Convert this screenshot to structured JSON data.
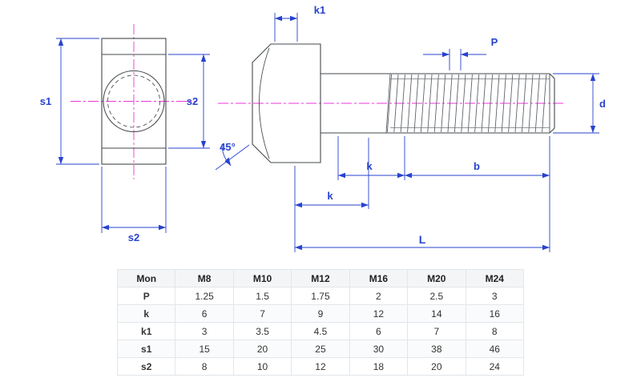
{
  "drawing": {
    "labels": {
      "s1": "s1",
      "s2": "s2",
      "k": "k",
      "k1": "k1",
      "p": "P",
      "b": "b",
      "d": "d",
      "l": "L",
      "angle": "45°"
    }
  },
  "table": {
    "header": [
      "Mon",
      "M8",
      "M10",
      "M12",
      "M16",
      "M20",
      "M24"
    ],
    "rows": [
      {
        "label": "P",
        "values": [
          "1.25",
          "1.5",
          "1.75",
          "2",
          "2.5",
          "3"
        ]
      },
      {
        "label": "k",
        "values": [
          "6",
          "7",
          "9",
          "12",
          "14",
          "16"
        ]
      },
      {
        "label": "k1",
        "values": [
          "3",
          "3.5",
          "4.5",
          "6",
          "7",
          "8"
        ]
      },
      {
        "label": "s1",
        "values": [
          "15",
          "20",
          "25",
          "30",
          "38",
          "46"
        ]
      },
      {
        "label": "s2",
        "values": [
          "8",
          "10",
          "12",
          "18",
          "20",
          "24"
        ]
      }
    ]
  },
  "colors": {
    "dimension": "#2743cf",
    "centerline": "#ec35d8",
    "outline": "#43484d"
  }
}
